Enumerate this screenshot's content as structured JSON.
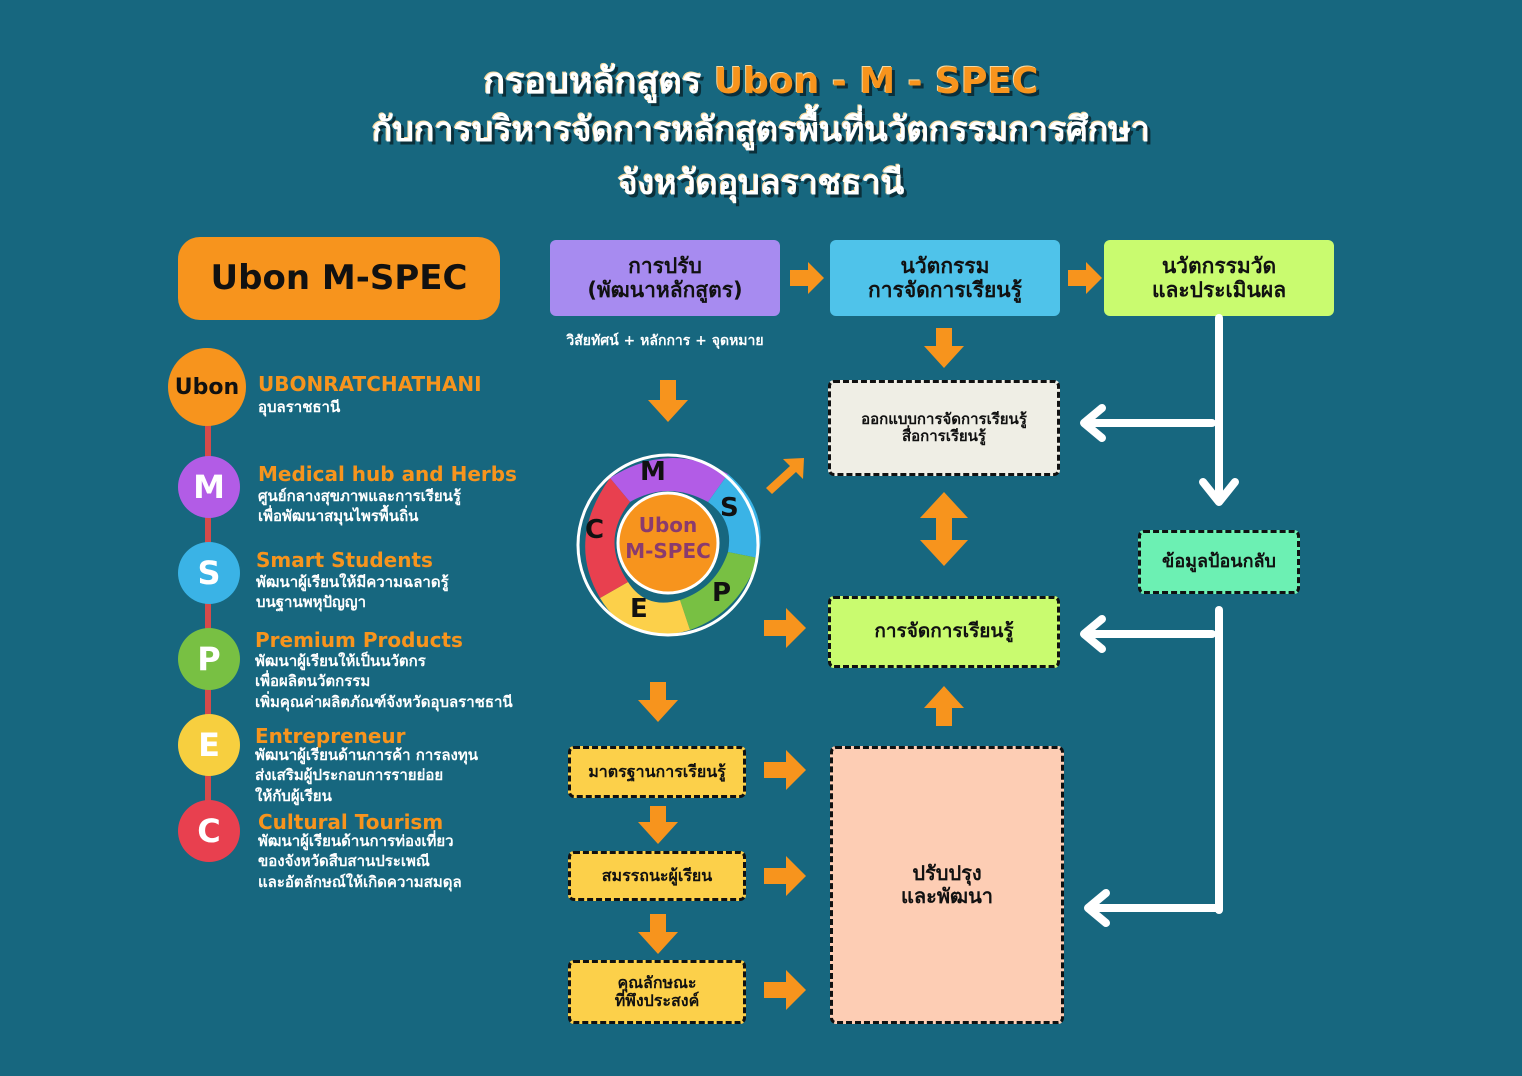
{
  "title": {
    "line1_prefix": "กรอบหลักสูตร",
    "line1_accent": "Ubon - M - SPEC",
    "line2": "กับการบริหารจัดการหลักสูตรพื้นที่นวัตกรรมการศึกษา",
    "line3": "จังหวัดอุบลราชธานี"
  },
  "brand_label": "Ubon M-SPEC",
  "items": [
    {
      "badge": "Ubon",
      "title": "UBONRATCHATHANI",
      "desc": "อุบลราชธานี",
      "color": "#f7941d"
    },
    {
      "badge": "M",
      "title": "Medical hub and Herbs",
      "desc": "ศูนย์กลางสุขภาพและการเรียนรู้\nเพื่อพัฒนาสมุนไพรพื้นถิ่น",
      "color": "#b25ce6"
    },
    {
      "badge": "S",
      "title": "Smart Students",
      "desc": "พัฒนาผู้เรียนให้มีความฉลาดรู้\nบนฐานพหุปัญญา",
      "color": "#3ab3e6"
    },
    {
      "badge": "P",
      "title": "Premium Products",
      "desc": "พัฒนาผู้เรียนให้เป็นนวัตกร\nเพื่อผลิตนวัตกรรม\nเพิ่มคุณค่าผลิตภัณฑ์จังหวัดอุบลราชธานี",
      "color": "#78c043"
    },
    {
      "badge": "E",
      "title": "Entrepreneur",
      "desc": "พัฒนาผู้เรียนด้านการค้า การลงทุน\nส่งเสริมผู้ประกอบการรายย่อย\nให้กับผู้เรียน",
      "color": "#f7cf3f"
    },
    {
      "badge": "C",
      "title": "Cultural Tourism",
      "desc": "พัฒนาผู้เรียนด้านการท่องเที่ยว\nของจังหวัดสืบสานประเพณี\nและอัตลักษณ์ให้เกิดความสมดุล",
      "color": "#e8404f"
    }
  ],
  "top_boxes": {
    "adapt": "การปรับ\n(พัฒนาหลักสูตร)",
    "innovation": "นวัตกรรม\nการจัดการเรียนรู้",
    "evaluation": "นวัตกรรมวัด\nและประเมินผล"
  },
  "vision_text": "วิสัยทัศน์ + หลักการ + จุดหมาย",
  "cycle": {
    "center": "Ubon\nM-SPEC",
    "letters": [
      "M",
      "S",
      "P",
      "E",
      "C"
    ]
  },
  "design_box": "ออกแบบการจัดการเรียนรู้\nสื่อการเรียนรู้",
  "feedback_box": "ข้อมูลป้อนกลับ",
  "learning_box": "การจัดการเรียนรู้",
  "standards_box": "มาตรฐานการเรียนรู้",
  "competency_box": "สมรรถนะผู้เรียน",
  "characteristics_box": "คุณลักษณะ\nที่พึงประสงค์",
  "improve_box": "ปรับปรุง\nและพัฒนา",
  "colors": {
    "background": "#17677f",
    "orange": "#f7941d",
    "purple": "#a78bf0",
    "blue": "#4fc3ea",
    "lime": "#c9fb6f",
    "mint": "#6cf0b3",
    "yellow": "#fcd04a",
    "peach": "#fdcdb4",
    "cream": "#efeee5"
  }
}
